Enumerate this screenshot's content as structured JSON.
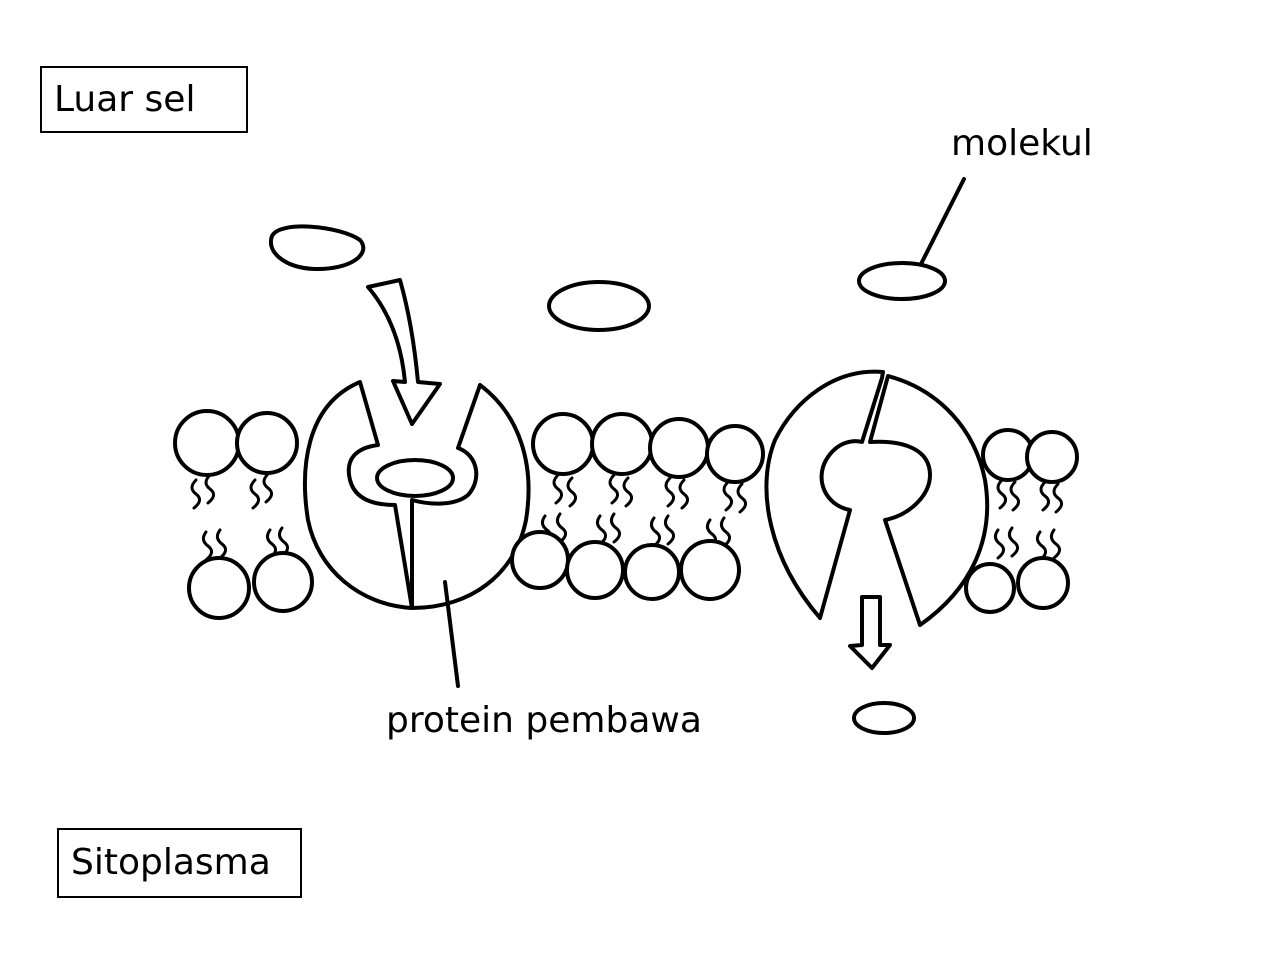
{
  "labels": {
    "outside_cell": "Luar sel",
    "cytoplasm": "Sitoplasma",
    "molecule": "molekul",
    "carrier_protein": "protein pembawa"
  },
  "colors": {
    "ink": "#000000",
    "background": "#ffffff"
  }
}
